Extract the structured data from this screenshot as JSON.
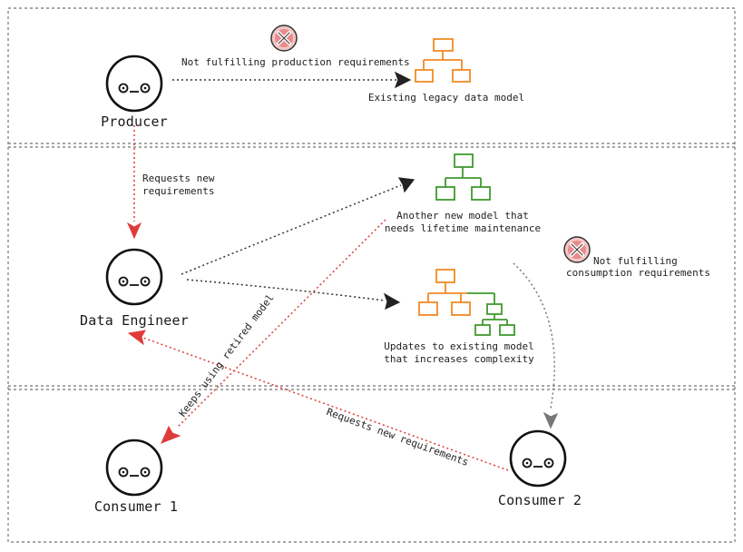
{
  "actors": {
    "producer": "Producer",
    "data_engineer": "Data Engineer",
    "consumer1": "Consumer 1",
    "consumer2": "Consumer 2"
  },
  "models": {
    "legacy": "Existing legacy data model",
    "new_model_line1": "Another new model that",
    "new_model_line2": "needs lifetime maintenance",
    "updates_line1": "Updates to existing model",
    "updates_line2": "that increases complexity"
  },
  "edges": {
    "not_fulfilling_production": "Not fulfilling production requirements",
    "requests_new_req_line1": "Requests new",
    "requests_new_req_line2": "requirements",
    "keeps_using_retired": "Keeps using retired model",
    "requests_new_requirements": "Requests new requirements",
    "not_fulfilling_consumption_line1": "Not fulfilling",
    "not_fulfilling_consumption_line2": "consumption requirements"
  },
  "colors": {
    "legacy_model": "#f08a24",
    "new_model": "#3f9a2e",
    "request_arrow": "#e03b3b",
    "flow_arrow": "#333333",
    "error_badge": "#e87b7b"
  }
}
